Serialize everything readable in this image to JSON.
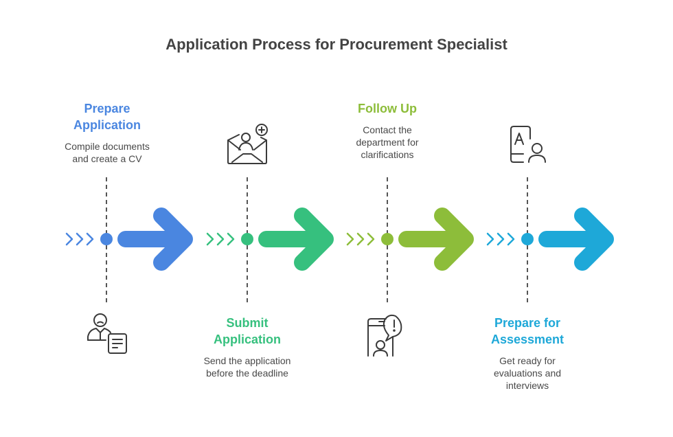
{
  "title": "Application Process for Procurement Specialist",
  "steps": [
    {
      "heading_lines": [
        "Prepare",
        "Application"
      ],
      "description_lines": [
        "Compile documents",
        "and create a CV"
      ],
      "color": "#4A86E0",
      "label_position": "top",
      "icon": "person-document-icon",
      "icon_position": "bottom"
    },
    {
      "heading_lines": [
        "Submit",
        "Application"
      ],
      "description_lines": [
        "Send the application",
        "before the deadline"
      ],
      "color": "#36C07E",
      "label_position": "bottom",
      "icon": "envelope-person-add-icon",
      "icon_position": "top"
    },
    {
      "heading_lines": [
        "Follow Up"
      ],
      "description_lines": [
        "Contact the",
        "department for",
        "clarifications"
      ],
      "color": "#8DBD3A",
      "label_position": "top",
      "icon": "phone-person-alert-icon",
      "icon_position": "bottom"
    },
    {
      "heading_lines": [
        "Prepare for",
        "Assessment"
      ],
      "description_lines": [
        "Get ready for",
        "evaluations and",
        "interviews"
      ],
      "color": "#1EA8D8",
      "label_position": "bottom",
      "icon": "test-person-icon",
      "icon_position": "top"
    }
  ]
}
